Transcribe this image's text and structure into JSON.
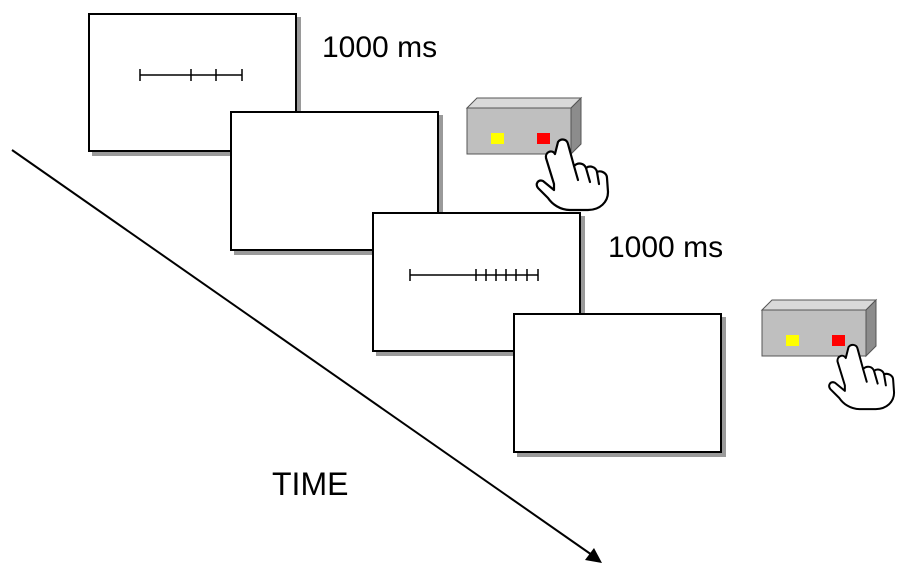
{
  "labels": {
    "duration_first": "1000 ms",
    "duration_second": "1000 ms",
    "time": "TIME"
  },
  "stimuli": {
    "first_tick_count": 4,
    "second_tick_count": 8
  },
  "colors": {
    "screen_border": "#000000",
    "screen_shadow": "#9a9a9a",
    "box_face": "#bfbfbf",
    "box_top": "#d9d9d9",
    "box_side": "#8c8c8c",
    "left_button": "#ffff00",
    "right_button": "#ff0000",
    "arrow": "#000000"
  },
  "icons": [
    "response-box-icon",
    "pointing-hand-icon",
    "arrow-head-icon"
  ]
}
